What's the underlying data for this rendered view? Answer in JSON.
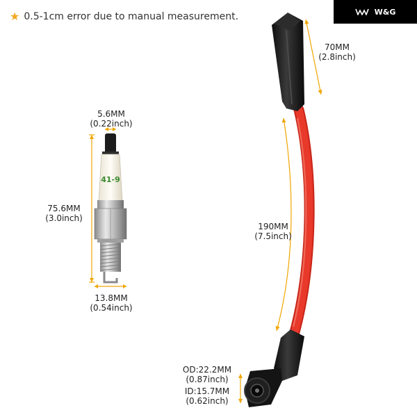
{
  "note": {
    "icon": "star-icon",
    "text": "0.5-1cm error due to manual measurement."
  },
  "brand": {
    "logo_text": "W&G"
  },
  "plug": {
    "part_text": "41-9",
    "tip_mm": "5.6MM",
    "tip_in": "(0.22inch)",
    "len_mm": "75.6MM",
    "len_in": "(3.0inch)",
    "hex_mm": "13.8MM",
    "hex_in": "(0.54inch)"
  },
  "wire": {
    "boot_mm": "70MM",
    "boot_in": "(2.8inch)",
    "len_mm": "190MM",
    "len_in": "(7.5inch)",
    "od_mm": "OD:22.2MM",
    "od_in": "(0.87inch)",
    "id_mm": "ID:15.7MM",
    "id_in": "(0.62inch)"
  },
  "colors": {
    "wire": "#e8392b",
    "boot": "#1a1a1a",
    "dimension": "#f0a500",
    "star": "#f2a81e"
  }
}
